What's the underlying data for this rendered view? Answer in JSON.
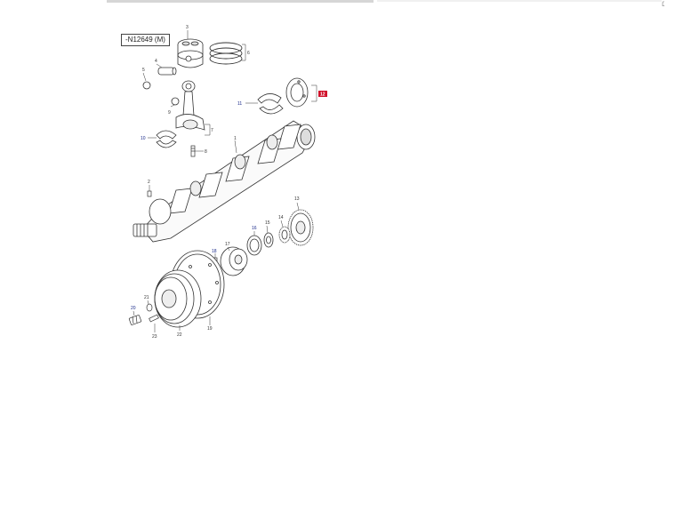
{
  "header": {
    "reference_code": "-N12649 (M)",
    "corner_mark": "׆"
  },
  "callouts": [
    {
      "id": "c3",
      "text": "3"
    },
    {
      "id": "c6",
      "text": "6"
    },
    {
      "id": "c4",
      "text": "4"
    },
    {
      "id": "c5",
      "text": "5"
    },
    {
      "id": "c9",
      "text": "9"
    },
    {
      "id": "c7",
      "text": "7"
    },
    {
      "id": "c8",
      "text": "8"
    },
    {
      "id": "c10",
      "text": "10"
    },
    {
      "id": "c11",
      "text": "11"
    },
    {
      "id": "c12",
      "text": "12"
    },
    {
      "id": "c1",
      "text": "1"
    },
    {
      "id": "c2",
      "text": "2"
    },
    {
      "id": "c13",
      "text": "13"
    },
    {
      "id": "c14",
      "text": "14"
    },
    {
      "id": "c15",
      "text": "15"
    },
    {
      "id": "c16",
      "text": "16"
    },
    {
      "id": "c17",
      "text": "17"
    },
    {
      "id": "c18",
      "text": "18"
    },
    {
      "id": "c19",
      "text": "19"
    },
    {
      "id": "c20",
      "text": "20"
    },
    {
      "id": "c21",
      "text": "21"
    },
    {
      "id": "c22",
      "text": "22"
    },
    {
      "id": "c23",
      "text": "23"
    }
  ],
  "colors": {
    "line": "#333333",
    "highlight": "#d0102a",
    "callout_blue": "#1a2a8a"
  }
}
